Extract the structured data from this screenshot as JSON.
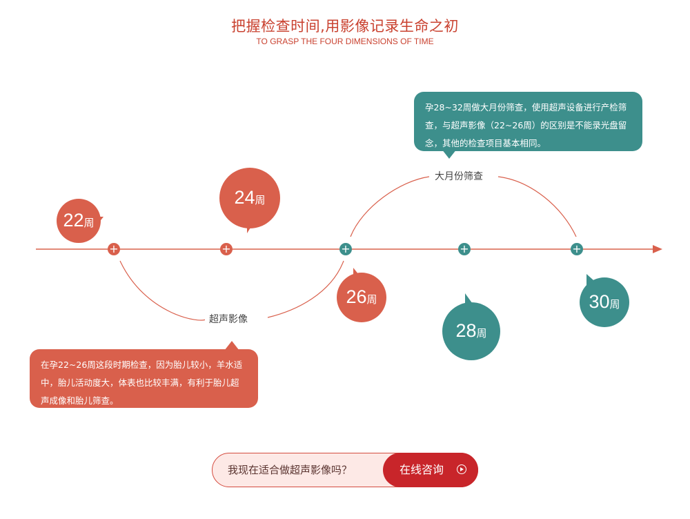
{
  "header": {
    "title": "把握检查时间,用影像记录生命之初",
    "subtitle": "TO GRASP THE FOUR DIMENSIONS OF TIME"
  },
  "colors": {
    "red": "#d9604c",
    "teal": "#3d8f8c",
    "cta_red": "#c8252a"
  },
  "timeline": {
    "weeks": [
      {
        "num": "22",
        "unit": "周"
      },
      {
        "num": "24",
        "unit": "周"
      },
      {
        "num": "26",
        "unit": "周"
      },
      {
        "num": "28",
        "unit": "周"
      },
      {
        "num": "30",
        "unit": "周"
      }
    ],
    "plus_symbol": "+",
    "arc_labels": {
      "ultrasound": "超声影像",
      "screening": "大月份筛查"
    }
  },
  "callouts": {
    "screening": "孕28~32周做大月份筛查，使用超声设备进行产检筛查，与超声影像（22~26周）的区别是不能录光盘留念，其他的检查项目基本相同。",
    "ultrasound": "在孕22~26周这段时期检查，因为胎儿较小，羊水适中，胎儿活动度大，体表也比较丰满，有利于胎儿超声成像和胎儿筛查。"
  },
  "cta": {
    "question": "我现在适合做超声影像吗？",
    "button_label": "在线咨询",
    "arrow_icon": "circle-arrow-right-icon"
  }
}
